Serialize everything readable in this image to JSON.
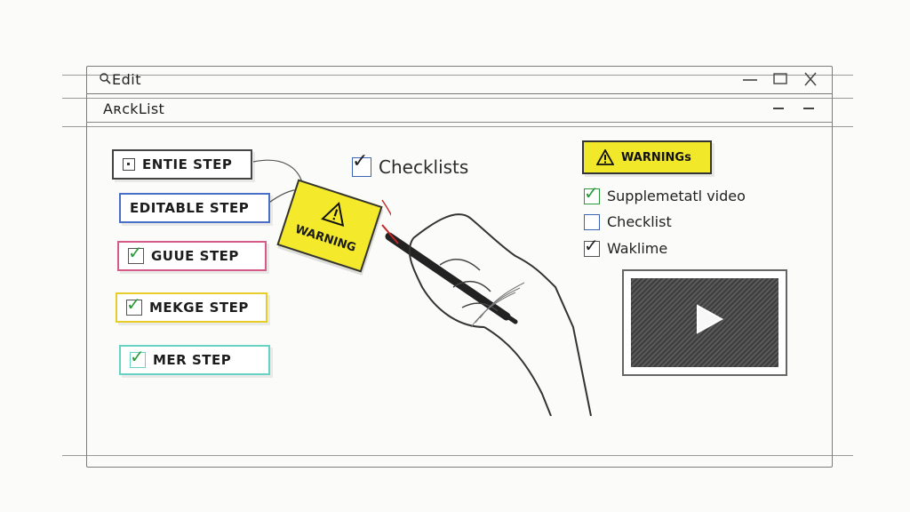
{
  "window": {
    "title": "Edit",
    "menu_title": "AʀckList"
  },
  "steps": [
    {
      "label": "ENTIE STEP",
      "border": "#444444",
      "marker": "dot"
    },
    {
      "label": "EDITABLE STEP",
      "border": "#4a6fc7",
      "marker": "none"
    },
    {
      "label": "GUUE STEP",
      "border": "#d65a8a",
      "marker": "check"
    },
    {
      "label": "MEKGE STEP",
      "border": "#e7cd2a",
      "marker": "check"
    },
    {
      "label": "MER STEP",
      "border": "#67d3c4",
      "marker": "check"
    }
  ],
  "middle_checklist": {
    "label": "Checklists",
    "checked": true
  },
  "sticky_note": {
    "label": "WARNING",
    "color": "#f4ea2b"
  },
  "right_panel": {
    "warning_label": "WARNINGs",
    "items": [
      {
        "label": "Supplemetatl video",
        "checked": true,
        "box_color": "#2a9a3a"
      },
      {
        "label": "Checklist",
        "checked": false,
        "box_color": "#3b63b8"
      },
      {
        "label": "Waklime",
        "checked": true,
        "box_color": "#555555"
      }
    ],
    "video": {
      "icon": "play-icon"
    }
  },
  "icons": {
    "title": "search-icon",
    "minimize": "minimize-icon",
    "maximize": "maximize-icon",
    "close": "close-icon",
    "warning": "warning-triangle-icon"
  },
  "colors": {
    "sticky_yellow": "#f4ea2b",
    "check_green": "#2a9a3a",
    "text_dark": "#222222"
  }
}
